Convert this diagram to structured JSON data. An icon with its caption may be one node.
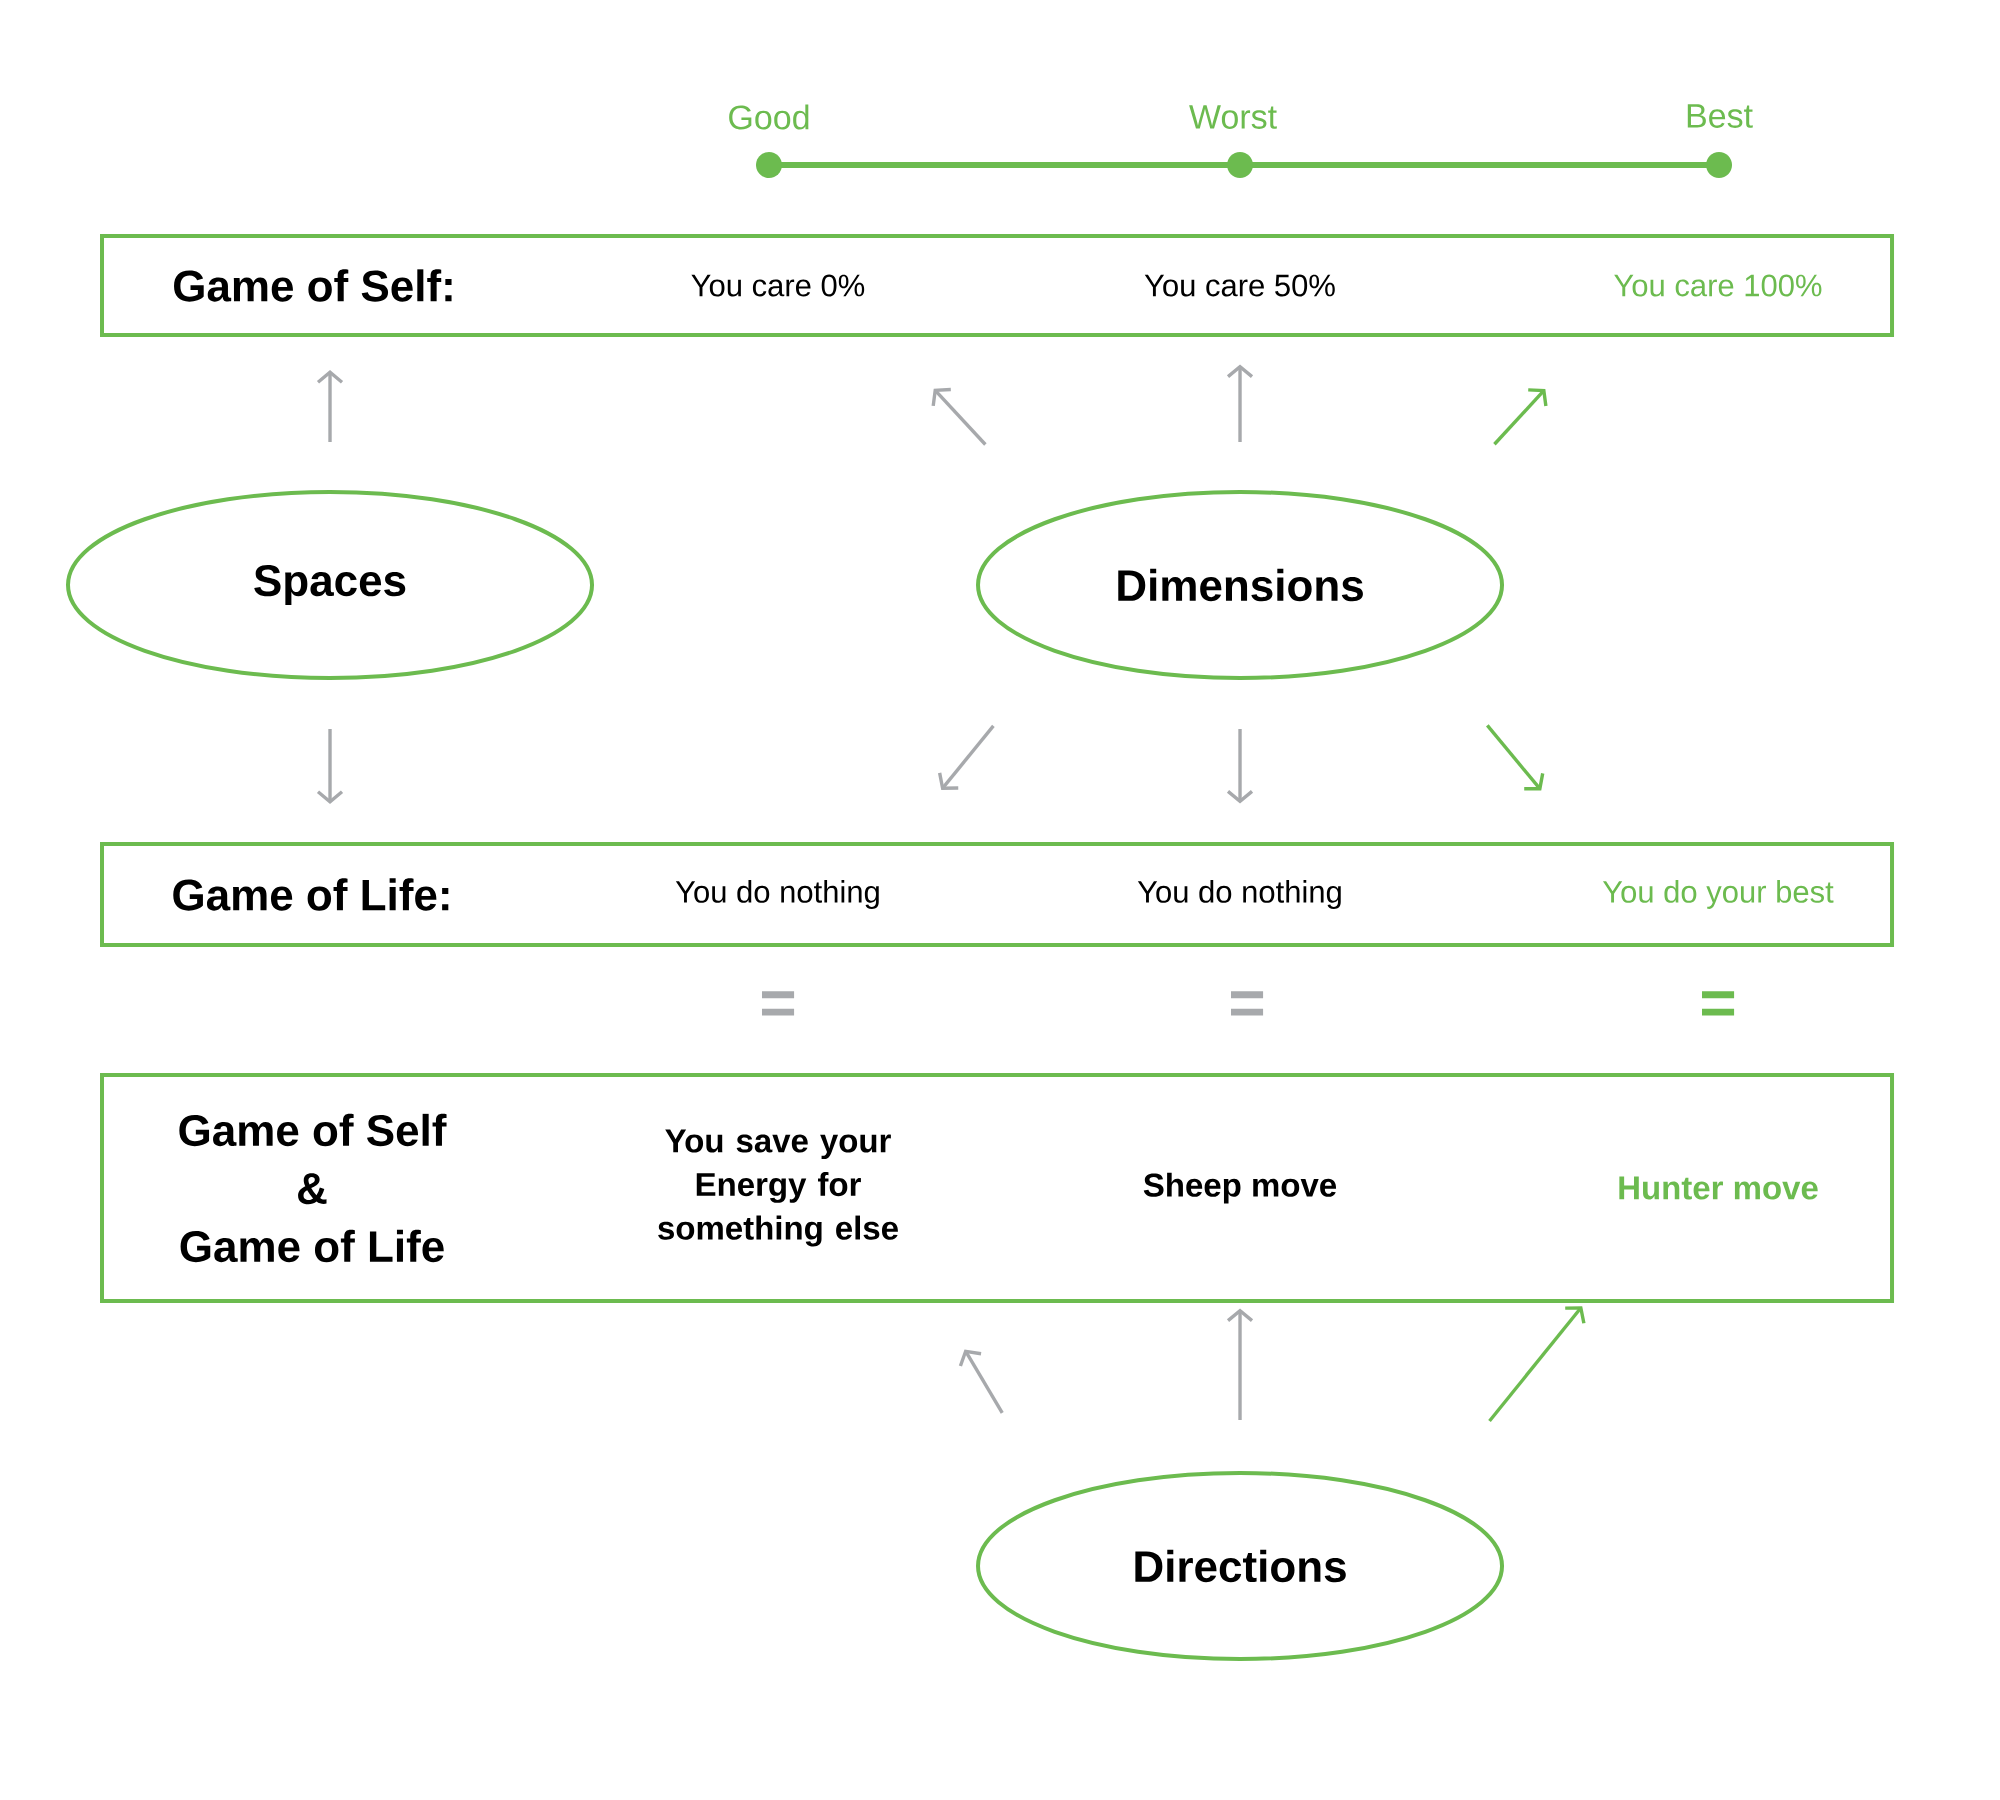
{
  "diagram": {
    "nodes": [
      {
        "text": [
          "Game of Self:"
        ]
      },
      {
        "text": [
          "You care 0%"
        ],
        "in": 0
      },
      {
        "text": [
          "You care 50%"
        ],
        "in": 0
      },
      {
        "text": [
          "You care 100%"
        ],
        "in": 0
      },
      {
        "text": [
          "Spaces"
        ]
      },
      {
        "text": [
          "Dimensions"
        ]
      },
      {
        "text": [
          "Game of Life:"
        ]
      },
      {
        "text": [
          "You do nothing"
        ],
        "in": 6
      },
      {
        "text": [
          "You do nothing"
        ],
        "in": 6
      },
      {
        "text": [
          "You do your best"
        ],
        "in": 6
      },
      {
        "text": [
          "Game of Self",
          "&",
          "Game of Life"
        ]
      },
      {
        "text": [
          "You save your Energy for something else"
        ],
        "in": 10
      },
      {
        "text": [
          "Sheep move"
        ],
        "in": 10
      },
      {
        "text": [
          "Hunter move"
        ],
        "in": 10
      },
      {
        "text": [
          "Directions"
        ]
      }
    ],
    "edges": [
      {
        "from": 4,
        "to": 0,
        "arrow": "to"
      },
      {
        "from": 4,
        "to": 6,
        "arrow": "to"
      },
      {
        "from": 5,
        "to": 1,
        "arrow": "to"
      },
      {
        "from": 5,
        "to": 2,
        "arrow": "to"
      },
      {
        "from": 5,
        "to": 3,
        "arrow": "to",
        "color": "#6cbb4f"
      },
      {
        "from": 5,
        "to": 7,
        "arrow": "to"
      },
      {
        "from": 5,
        "to": 8,
        "arrow": "to"
      },
      {
        "from": 5,
        "to": 9,
        "arrow": "to",
        "color": "#6cbb4f"
      },
      {
        "from": 14,
        "to": 11,
        "arrow": "to"
      },
      {
        "from": 14,
        "to": 12,
        "arrow": "to"
      },
      {
        "from": 14,
        "to": 13,
        "arrow": "to",
        "color": "#6cbb4f"
      }
    ],
    "labels": [
      "Good",
      "Worst",
      "Best",
      "=",
      "=",
      "="
    ]
  }
}
